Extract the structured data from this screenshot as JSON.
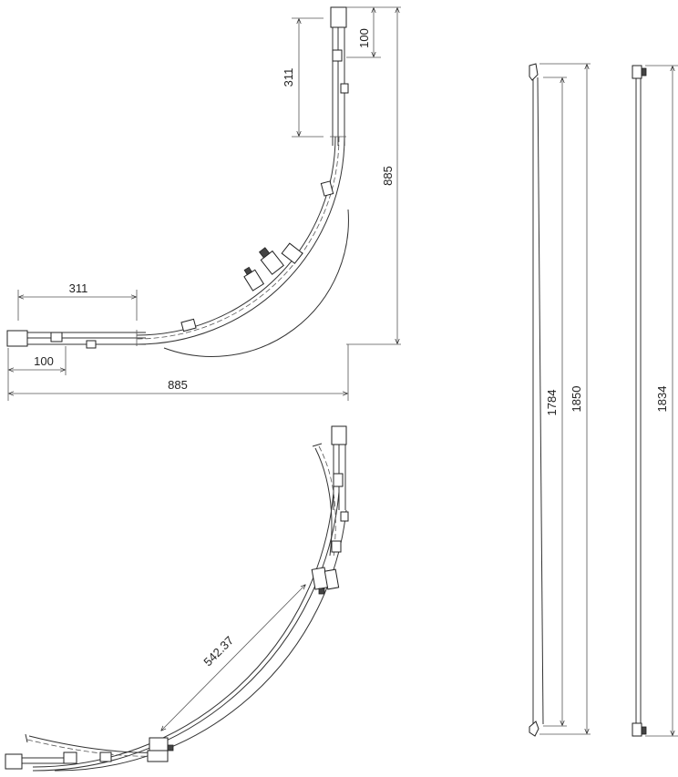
{
  "top_view": {
    "dim_width_total": "885",
    "dim_depth_total": "885",
    "dim_fixed_panel_horizontal": "311",
    "dim_fixed_panel_vertical": "311",
    "dim_offset_horizontal": "100",
    "dim_offset_vertical": "100"
  },
  "open_view": {
    "dim_door_opening": "542.37"
  },
  "side_profiles": {
    "dim_profile_a": "1784",
    "dim_profile_b": "1850",
    "dim_profile_c": "1834"
  }
}
